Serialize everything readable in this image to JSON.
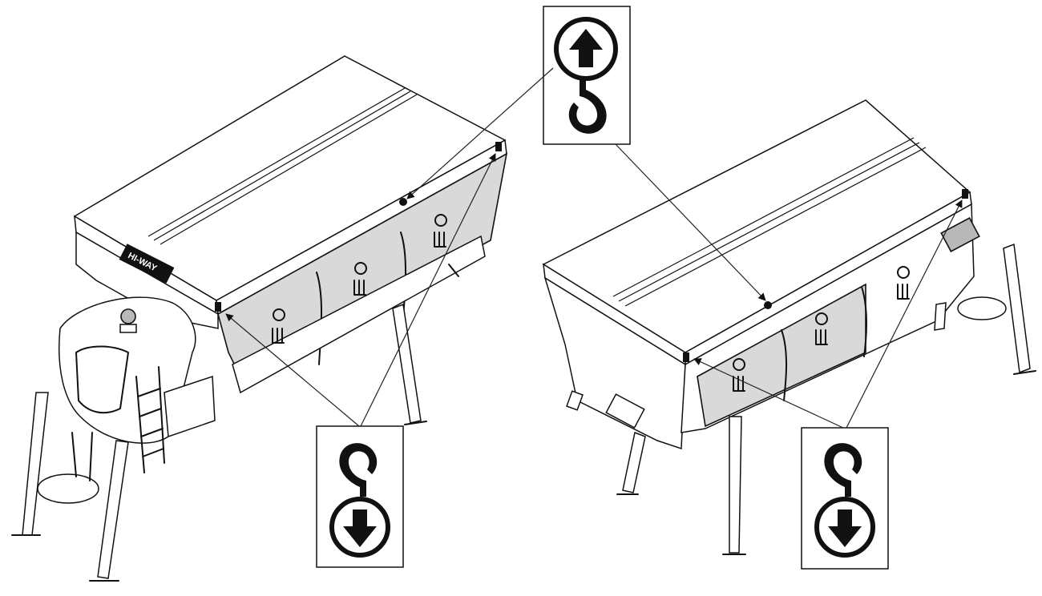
{
  "figure": {
    "description_labels": [],
    "logo_text": "HI-WAY",
    "symbols": [
      {
        "name": "lift-point-hook-up",
        "arrow": "up"
      },
      {
        "name": "tie-down-hook-left",
        "arrow": "down"
      },
      {
        "name": "tie-down-hook-right",
        "arrow": "down"
      }
    ],
    "colors": {
      "ink": "#111111",
      "panel_shade": "#d9d9d9",
      "background": "#ffffff"
    }
  }
}
